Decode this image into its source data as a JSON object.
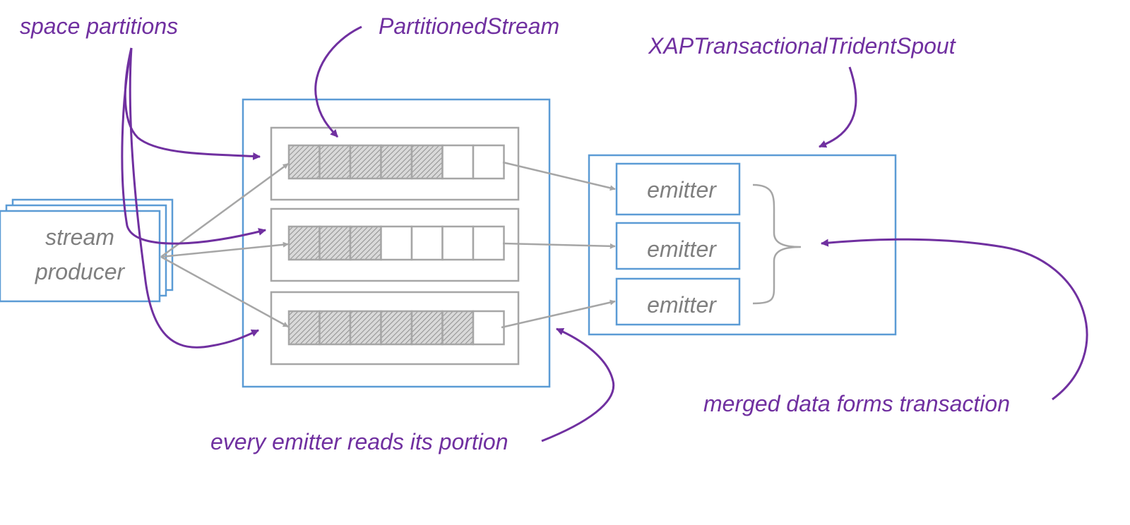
{
  "colors": {
    "callout": "#7030a0",
    "box_border": "#5b9bd5",
    "partition_border": "#a6a6a6",
    "arrow_gray": "#a6a6a6",
    "label_gray": "#7f7f7f",
    "cell_hatch": "#808080"
  },
  "labels": {
    "space_partitions": "space partitions",
    "partitioned_stream": "PartitionedStream",
    "spout": "XAPTransactionalTridentSpout",
    "producer_line1": "stream",
    "producer_line2": "producer",
    "emitters": [
      "emitter",
      "emitter",
      "emitter"
    ],
    "merged": "merged data forms transaction",
    "every_emitter": "every emitter reads its portion"
  },
  "partitions": [
    {
      "filled_cells": 5,
      "total_cells": 7
    },
    {
      "filled_cells": 3,
      "total_cells": 7
    },
    {
      "filled_cells": 6,
      "total_cells": 7
    }
  ]
}
